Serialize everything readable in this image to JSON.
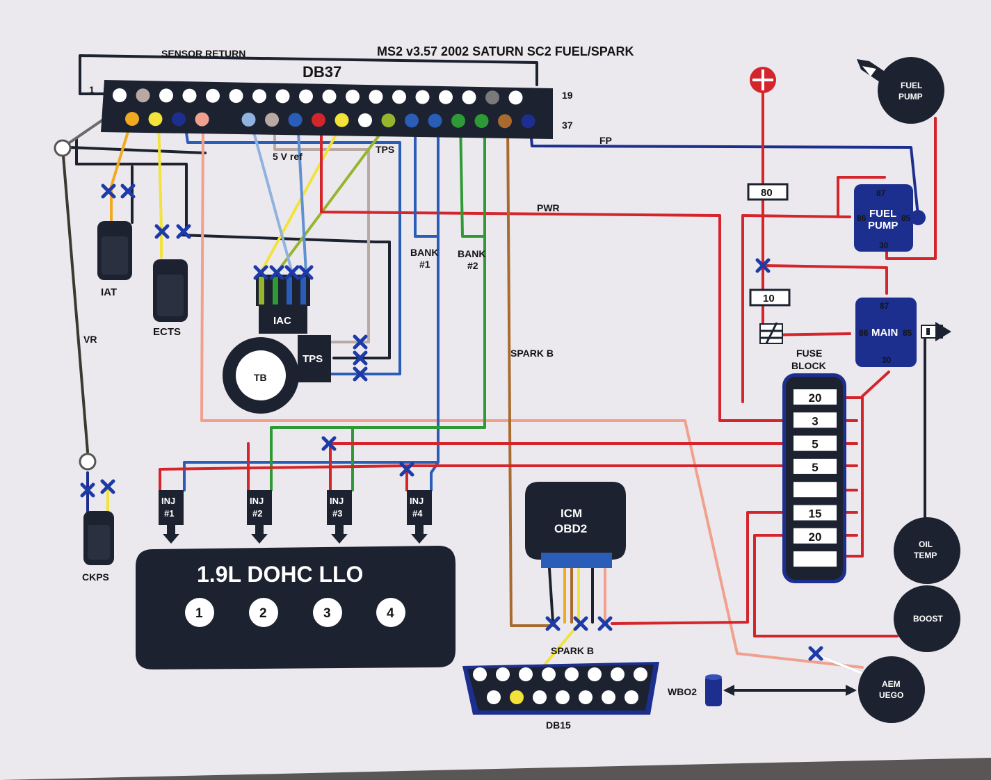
{
  "title": "MS2 v3.57 2002 SATURN SC2 FUEL/SPARK",
  "db37": {
    "label": "DB37",
    "pin_1": "1",
    "pin_19": "19",
    "pin_37": "37"
  },
  "labels": {
    "sensor_return": "SENSOR RETURN",
    "five_v_ref": "5 V ref",
    "tps_wire": "TPS",
    "fp": "FP",
    "pwr": "PWR",
    "bank1_a": "BANK",
    "bank1_b": "#1",
    "bank2_a": "BANK",
    "bank2_b": "#2",
    "vr": "VR",
    "spark_b": "SPARK B",
    "spark_b2": "SPARK B"
  },
  "sensors": {
    "iat": "IAT",
    "ects": "ECTS",
    "ckps": "CKPS",
    "iac": "IAC",
    "tps": "TPS",
    "tb": "TB"
  },
  "injectors": [
    {
      "a": "INJ",
      "b": "#1"
    },
    {
      "a": "INJ",
      "b": "#2"
    },
    {
      "a": "INJ",
      "b": "#3"
    },
    {
      "a": "INJ",
      "b": "#4"
    }
  ],
  "engine": {
    "title": "1.9L DOHC LLO",
    "cylinders": [
      "1",
      "2",
      "3",
      "4"
    ]
  },
  "icm": {
    "line1": "ICM",
    "line2": "OBD2"
  },
  "db15": {
    "label": "DB15"
  },
  "wbo2": "WBO2",
  "fuses": {
    "f80": "80",
    "f10": "10"
  },
  "fuse_block": {
    "title_a": "FUSE",
    "title_b": "BLOCK",
    "slots": [
      "20",
      "3",
      "5",
      "5",
      "",
      "15",
      "20",
      ""
    ]
  },
  "fuel_pump_relay": {
    "line1": "FUEL",
    "line2": "PUMP",
    "p87": "87",
    "p86": "86",
    "p85": "85",
    "p30": "30"
  },
  "main_relay": {
    "label": "MAIN",
    "p87": "87",
    "p86": "86",
    "p85": "85",
    "p30": "30"
  },
  "fuel_pump": {
    "line1": "FUEL",
    "line2": "PUMP"
  },
  "gauges": {
    "oil_a": "OIL",
    "oil_b": "TEMP",
    "boost": "BOOST",
    "aem_a": "AEM",
    "aem_b": "UEGO"
  },
  "colors": {
    "red": "#d3252b",
    "blue": "#2a5db8",
    "dark_blue": "#1c2f8f",
    "green": "#2e9a35",
    "yellow": "#f2e23a",
    "orange": "#efaa1f",
    "salmon": "#f1a08e",
    "tan": "#b8aaa3",
    "brown": "#a86a2e",
    "lime": "#95b52d",
    "light_blue": "#8fb3de",
    "dark": "#1c2230"
  }
}
